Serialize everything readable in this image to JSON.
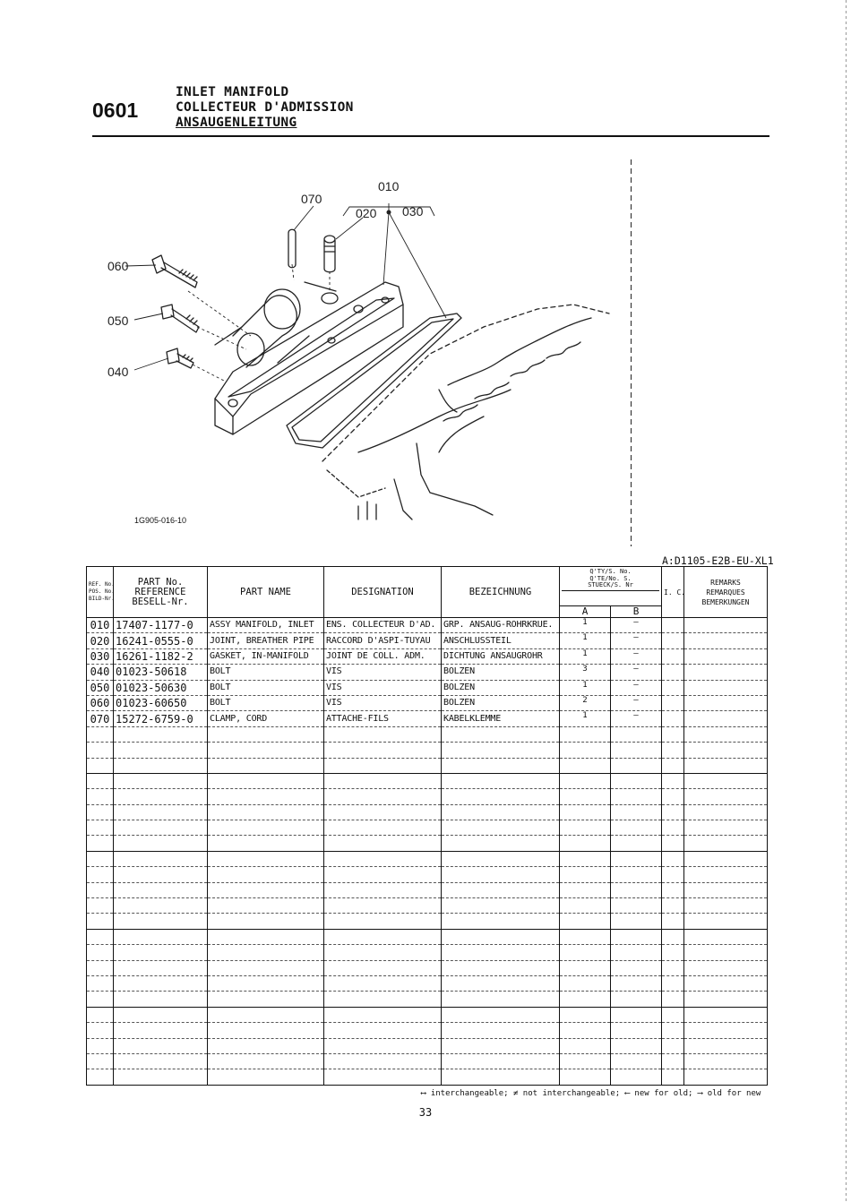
{
  "header": {
    "section_number": "0601",
    "title_en": "INLET MANIFOLD",
    "title_fr": "COLLECTEUR D'ADMISSION",
    "title_de": "ANSAUGENLEITUNG"
  },
  "illustration": {
    "callouts": [
      "010",
      "020",
      "030",
      "040",
      "050",
      "060",
      "070"
    ],
    "figure_id": "1G905-016-10"
  },
  "model_code": "A:D1105-E2B-EU-XL1",
  "table": {
    "headers": {
      "ref_no": [
        "REF. No.",
        "POS. No.",
        "BILD-Nr."
      ],
      "part_no": [
        "PART No.",
        "REFERENCE",
        "BESELL-Nr."
      ],
      "part_name": "PART NAME",
      "designation": "DESIGNATION",
      "bezeichnung": "BEZEICHNUNG",
      "qty": [
        "Q'TY/S. No.",
        "Q'TE/No. S.",
        "STUECK/S. Nr"
      ],
      "qty_a": "A",
      "qty_b": "B",
      "ic": "I. C.",
      "remarks": [
        "REMARKS",
        "REMARQUES",
        "BEMERKUNGEN"
      ]
    },
    "rows": [
      {
        "ref": "010",
        "part_no": "17407-1177-0",
        "part_name": "ASSY MANIFOLD, INLET",
        "designation": "ENS. COLLECTEUR D'AD.",
        "bezeichnung": "GRP. ANSAUG-ROHRKRUE.",
        "qty_a": "1",
        "qty_b": "–"
      },
      {
        "ref": "020",
        "part_no": "16241-0555-0",
        "part_name": "JOINT, BREATHER PIPE",
        "designation": "RACCORD D'ASPI-TUYAU",
        "bezeichnung": "ANSCHLUSSTEIL",
        "qty_a": "1",
        "qty_b": "–"
      },
      {
        "ref": "030",
        "part_no": "16261-1182-2",
        "part_name": "GASKET, IN-MANIFOLD",
        "designation": "JOINT DE COLL. ADM.",
        "bezeichnung": "DICHTUNG ANSAUGROHR",
        "qty_a": "1",
        "qty_b": "–"
      },
      {
        "ref": "040",
        "part_no": "01023-50618",
        "part_name": "BOLT",
        "designation": "VIS",
        "bezeichnung": "BOLZEN",
        "qty_a": "3",
        "qty_b": "–"
      },
      {
        "ref": "050",
        "part_no": "01023-50630",
        "part_name": "BOLT",
        "designation": "VIS",
        "bezeichnung": "BOLZEN",
        "qty_a": "1",
        "qty_b": "–"
      },
      {
        "ref": "060",
        "part_no": "01023-60650",
        "part_name": "BOLT",
        "designation": "VIS",
        "bezeichnung": "BOLZEN",
        "qty_a": "2",
        "qty_b": "–"
      },
      {
        "ref": "070",
        "part_no": "15272-6759-0",
        "part_name": "CLAMP, CORD",
        "designation": "ATTACHE-FILS",
        "bezeichnung": "KABELKLEMME",
        "qty_a": "1",
        "qty_b": "–"
      }
    ]
  },
  "footer": {
    "legend": "⟷ interchangeable; ≠ not interchangeable; ⟵ new for old; ⟶ old for new",
    "page_number": "33"
  }
}
